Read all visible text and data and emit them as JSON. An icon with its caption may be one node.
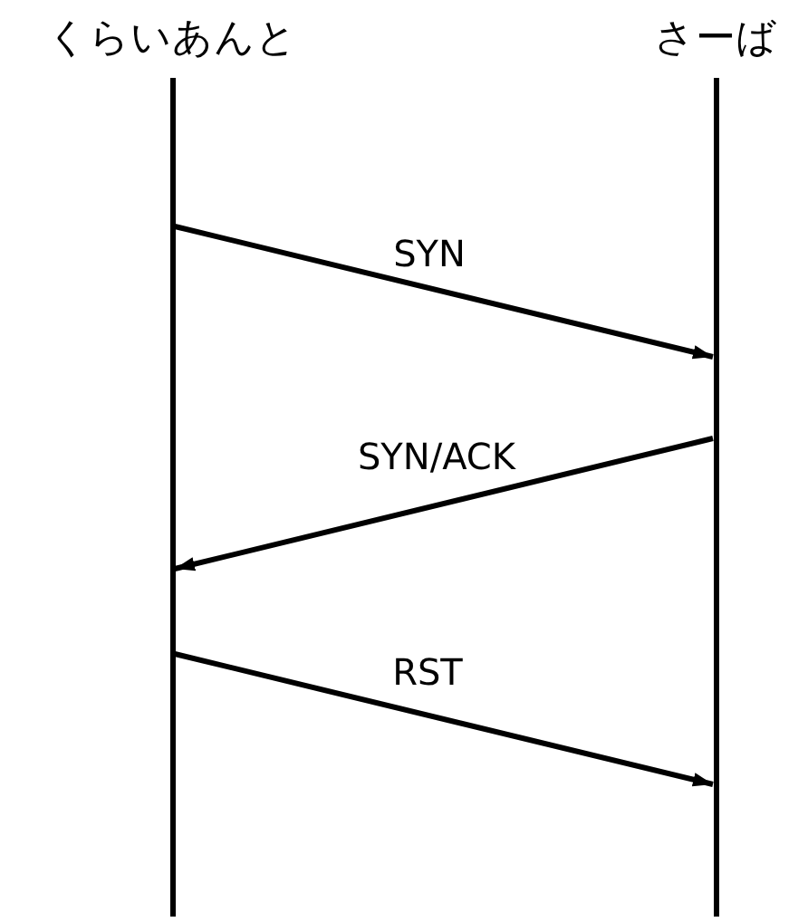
{
  "diagram": {
    "nodes": [
      {
        "text": [
          "くらいあんと"
        ]
      },
      {
        "text": [
          "さーば"
        ]
      }
    ],
    "edges": [
      {
        "from": 0,
        "to": 1,
        "arrow": "to",
        "label": "SYN"
      },
      {
        "from": 1,
        "to": 0,
        "arrow": "to",
        "label": "SYN/ACK"
      },
      {
        "from": 0,
        "to": 1,
        "arrow": "to",
        "label": "RST"
      }
    ]
  }
}
